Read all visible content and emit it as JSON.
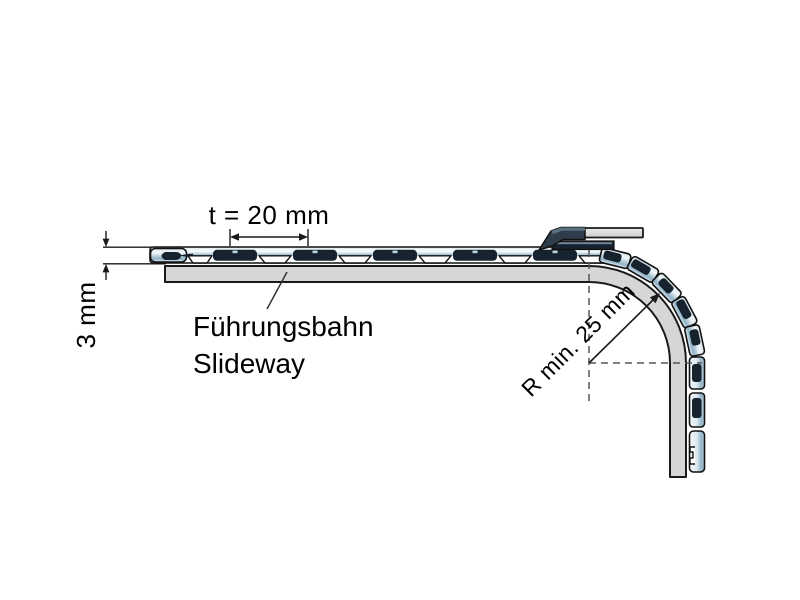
{
  "figure": {
    "type": "technical-dimension-diagram",
    "subject": "flat-top chain on slideway with minimum bend radius",
    "labels": {
      "pitch": "t = 20 mm",
      "height": "3 mm",
      "radius": "R min. 25 mm",
      "slideway_de": "Führungsbahn",
      "slideway_en": "Slideway"
    },
    "colors": {
      "background": "#ffffff",
      "slideway_fill": "#d5d7d6",
      "clamp_bar_fill": "#d9dbda",
      "clamp_dark": "#2e3d49",
      "link_dark": "#16222e",
      "outline": "#1a1a1a",
      "dash": "#555555"
    }
  }
}
